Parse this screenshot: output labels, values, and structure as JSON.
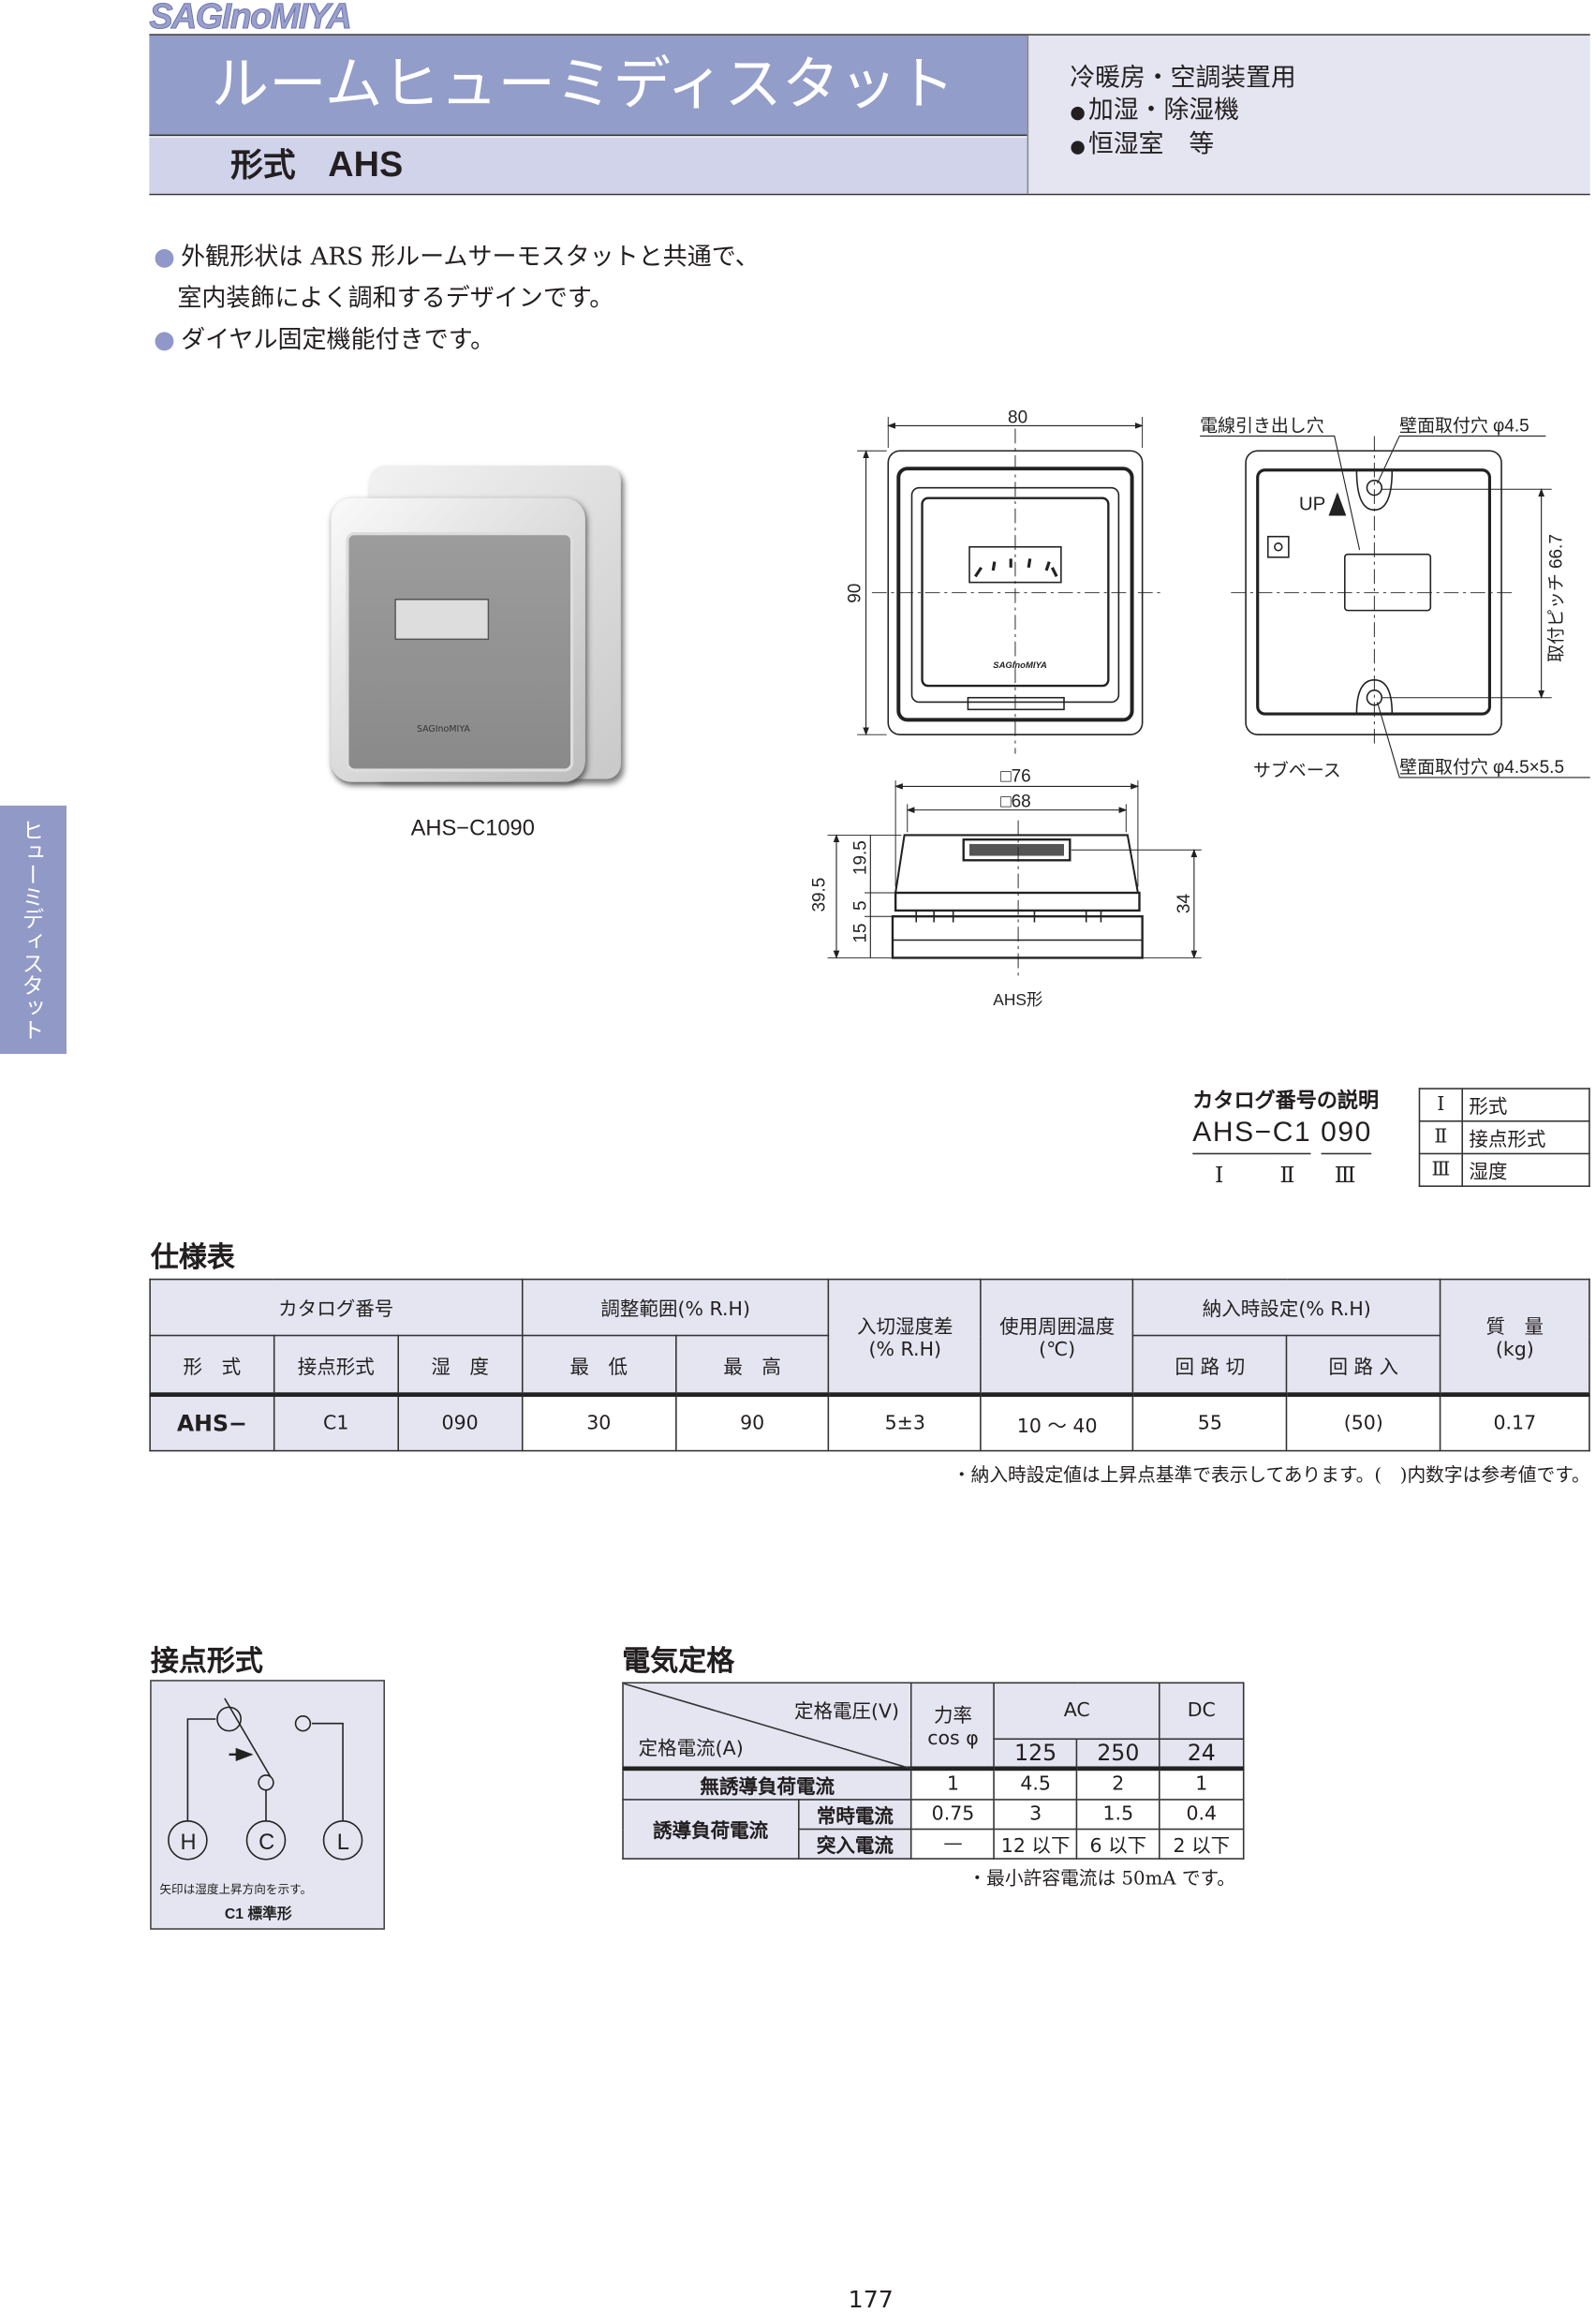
{
  "logo": "SAGInoMIYA",
  "header": {
    "title": "ルームヒューミディスタット",
    "model_label": "形式",
    "model": "AHS",
    "usage_title": "冷暖房・空調装置用",
    "usage_items": [
      "加湿・除湿機",
      "恒湿室　等"
    ]
  },
  "features": {
    "item1_line1": "外観形状は ARS 形ルームサーモスタットと共通で、",
    "item1_line2": "室内装飾によく調和するデザインです。",
    "item2": "ダイヤル固定機能付きです。"
  },
  "photo_caption": "AHS−C1090",
  "side_tab": "ヒューミディスタット",
  "drawing": {
    "width": "80",
    "height": "90",
    "wire_hole": "電線引き出し穴",
    "mount_hole_top": "壁面取付穴 φ4.5",
    "mount_pitch": "取付ピッチ 66.7",
    "up_label": "UP",
    "subbase": "サブベース",
    "mount_hole_bottom": "壁面取付穴 φ4.5×5.5",
    "sq76": "□76",
    "sq68": "□68",
    "d39_5": "39.5",
    "d19_5": "19.5",
    "d5": "5",
    "d15": "15",
    "d34": "34",
    "side_caption": "AHS形",
    "logo_small": "SAGInoMIYA"
  },
  "catalog": {
    "title": "カタログ番号の説明",
    "code_parts": [
      "AHS−",
      "C1",
      "090"
    ],
    "numerals": [
      "Ⅰ",
      "Ⅱ",
      "Ⅲ"
    ],
    "legend": [
      {
        "num": "Ⅰ",
        "label": "形式"
      },
      {
        "num": "Ⅱ",
        "label": "接点形式"
      },
      {
        "num": "Ⅲ",
        "label": "湿度"
      }
    ]
  },
  "spec": {
    "heading": "仕様表",
    "h_catalog": "カタログ番号",
    "h_range": "調整範囲(% R.H)",
    "h_diff": "入切湿度差\n(% R.H)",
    "h_diff1": "入切湿度差",
    "h_diff2": "(% R.H)",
    "h_temp1": "使用周囲温度",
    "h_temp2": "(℃)",
    "h_setting": "納入時設定(% R.H)",
    "h_mass1": "質　量",
    "h_mass2": "(kg)",
    "sub": [
      "形　式",
      "接点形式",
      "湿　度",
      "最　低",
      "最　高",
      "回 路 切",
      "回 路 入"
    ],
    "row": {
      "model": "AHS−",
      "contact": "C1",
      "humidity": "090",
      "min": "30",
      "max": "90",
      "diff": "5±3",
      "temp": "10 ～ 40",
      "off": "55",
      "on": "(50)",
      "mass": "0.17"
    },
    "note": "・納入時設定値は上昇点基準で表示してあります。(　)内数字は参考値です。"
  },
  "contact": {
    "heading": "接点形式",
    "terminals": [
      "H",
      "C",
      "L"
    ],
    "note": "矢印は湿度上昇方向を示す。",
    "type": "C1 標準形"
  },
  "electrical": {
    "heading": "電気定格",
    "h_voltage": "定格電圧(V)",
    "h_current": "定格電流(A)",
    "h_pf1": "力率",
    "h_pf2": "cos φ",
    "h_ac": "AC",
    "h_dc": "DC",
    "v": [
      "125",
      "250",
      "24"
    ],
    "rows": [
      {
        "label": "無誘導負荷電流",
        "pf": "1",
        "v125": "4.5",
        "v250": "2",
        "v24": "1"
      },
      {
        "group": "誘導負荷電流",
        "label": "常時電流",
        "pf": "0.75",
        "v125": "3",
        "v250": "1.5",
        "v24": "0.4"
      },
      {
        "label": "突入電流",
        "pf": "—",
        "v125": "12 以下",
        "v250": "6 以下",
        "v24": "2 以下"
      }
    ],
    "note": "・最小許容電流は 50mA です。"
  },
  "page_number": "177"
}
